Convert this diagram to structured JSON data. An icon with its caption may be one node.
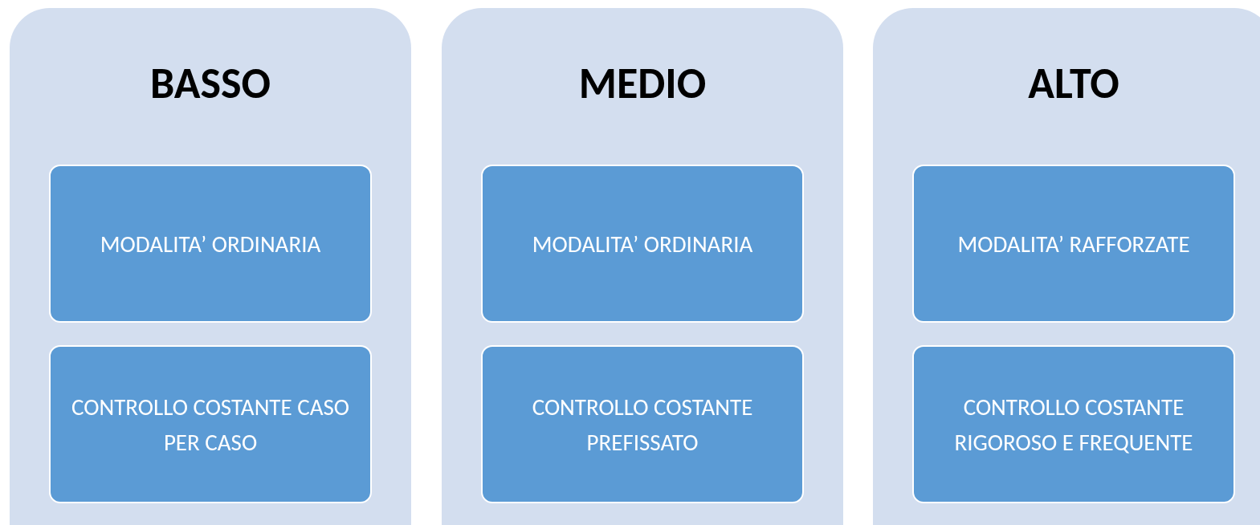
{
  "diagram": {
    "nodes": [
      {
        "text": [
          "BASSO"
        ]
      },
      {
        "text": [
          "MODALITA’ ORDINARIA"
        ],
        "in": 0
      },
      {
        "text": [
          "CONTROLLO COSTANTE CASO PER CASO"
        ],
        "in": 0
      },
      {
        "text": [
          "MEDIO"
        ]
      },
      {
        "text": [
          "MODALITA’ ORDINARIA"
        ],
        "in": 3
      },
      {
        "text": [
          "CONTROLLO COSTANTE PREFISSATO"
        ],
        "in": 3
      },
      {
        "text": [
          "ALTO"
        ]
      },
      {
        "text": [
          "MODALITA’ RAFFORZATE"
        ],
        "in": 6
      },
      {
        "text": [
          "CONTROLLO COSTANTE RIGOROSO E FREQUENTE"
        ],
        "in": 6
      }
    ]
  }
}
